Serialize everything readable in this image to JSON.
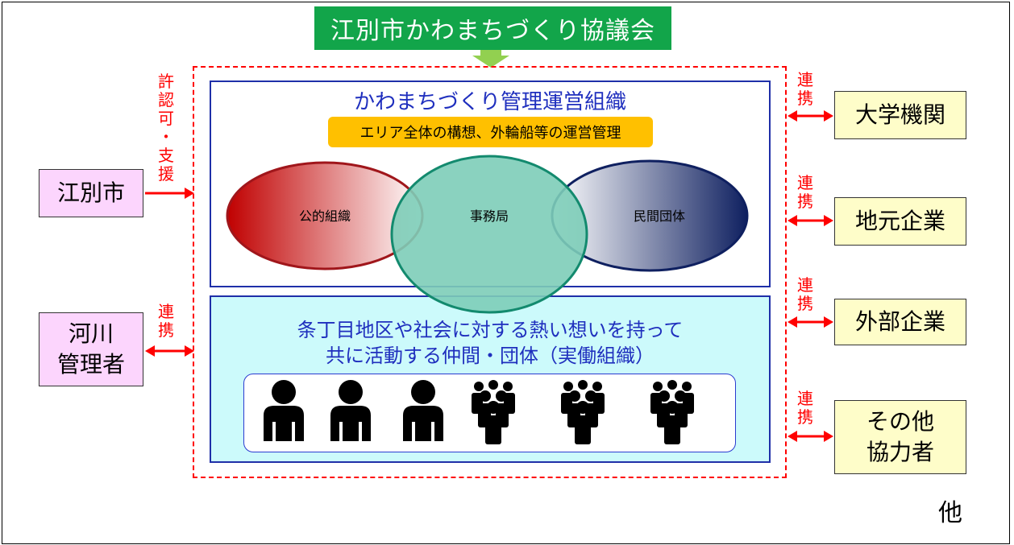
{
  "top_title": "江別市かわまちづくり協議会",
  "org": {
    "title": "かわまちづくり管理運営組織",
    "tag": "エリア全体の構想、外輪船等の運営管理",
    "circles": [
      "公的組織",
      "事務局",
      "民間団体"
    ]
  },
  "lower": {
    "line1": "条丁目地区や社会に対する熱い想いを持って",
    "line2": "共に活動する仲間・団体（実働組織）",
    "icons": [
      "person-icon",
      "person-icon",
      "person-icon",
      "group-icon",
      "group-icon",
      "group-icon"
    ]
  },
  "left": {
    "city": "江別市",
    "river_line1": "河川",
    "river_line2": "管理者",
    "permit_label": [
      "許",
      "認",
      "可",
      "・",
      "支",
      "援"
    ],
    "link_label": [
      "連",
      "携"
    ]
  },
  "right": {
    "link_label": [
      "連",
      "携"
    ],
    "boxes": [
      {
        "line1": "大学機関",
        "line2": ""
      },
      {
        "line1": "地元企業",
        "line2": ""
      },
      {
        "line1": "外部企業",
        "line2": ""
      },
      {
        "line1": "その他",
        "line2": "協力者"
      }
    ]
  },
  "other": "他",
  "colors": {
    "green": "#12a54a",
    "red": "#ff0000",
    "blue": "#1f2fbe",
    "orange": "#ffc000",
    "pink": "#fcd5fd",
    "cream": "#fefdc9",
    "cyan": "#ccfafb"
  }
}
